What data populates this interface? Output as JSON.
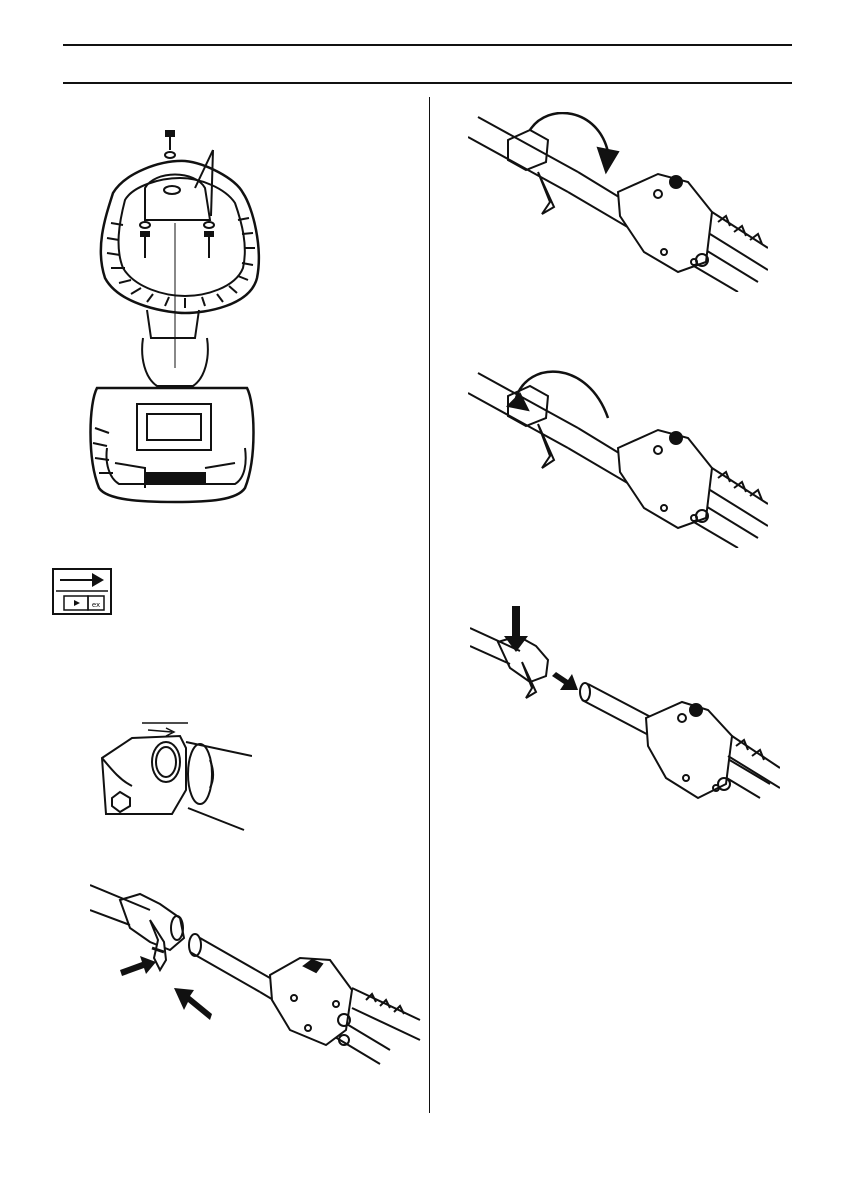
{
  "header": {
    "title": ""
  },
  "figures": [
    {
      "id": "handle-assembly",
      "icon": "handle-with-screws-illustration"
    },
    {
      "id": "rotate-knob-loosen",
      "icon": "rotate-arrow-illustration"
    },
    {
      "id": "rotate-knob-open",
      "icon": "rotate-arrow-illustration"
    },
    {
      "id": "press-and-slide",
      "icon": "press-arrow-illustration"
    },
    {
      "id": "coupling-detail",
      "icon": "coupling-close-up-illustration"
    },
    {
      "id": "insert-shaft",
      "icon": "insert-arrows-illustration"
    }
  ],
  "note_icon": {
    "name": "arrow-reference-icon",
    "label": "ex"
  }
}
